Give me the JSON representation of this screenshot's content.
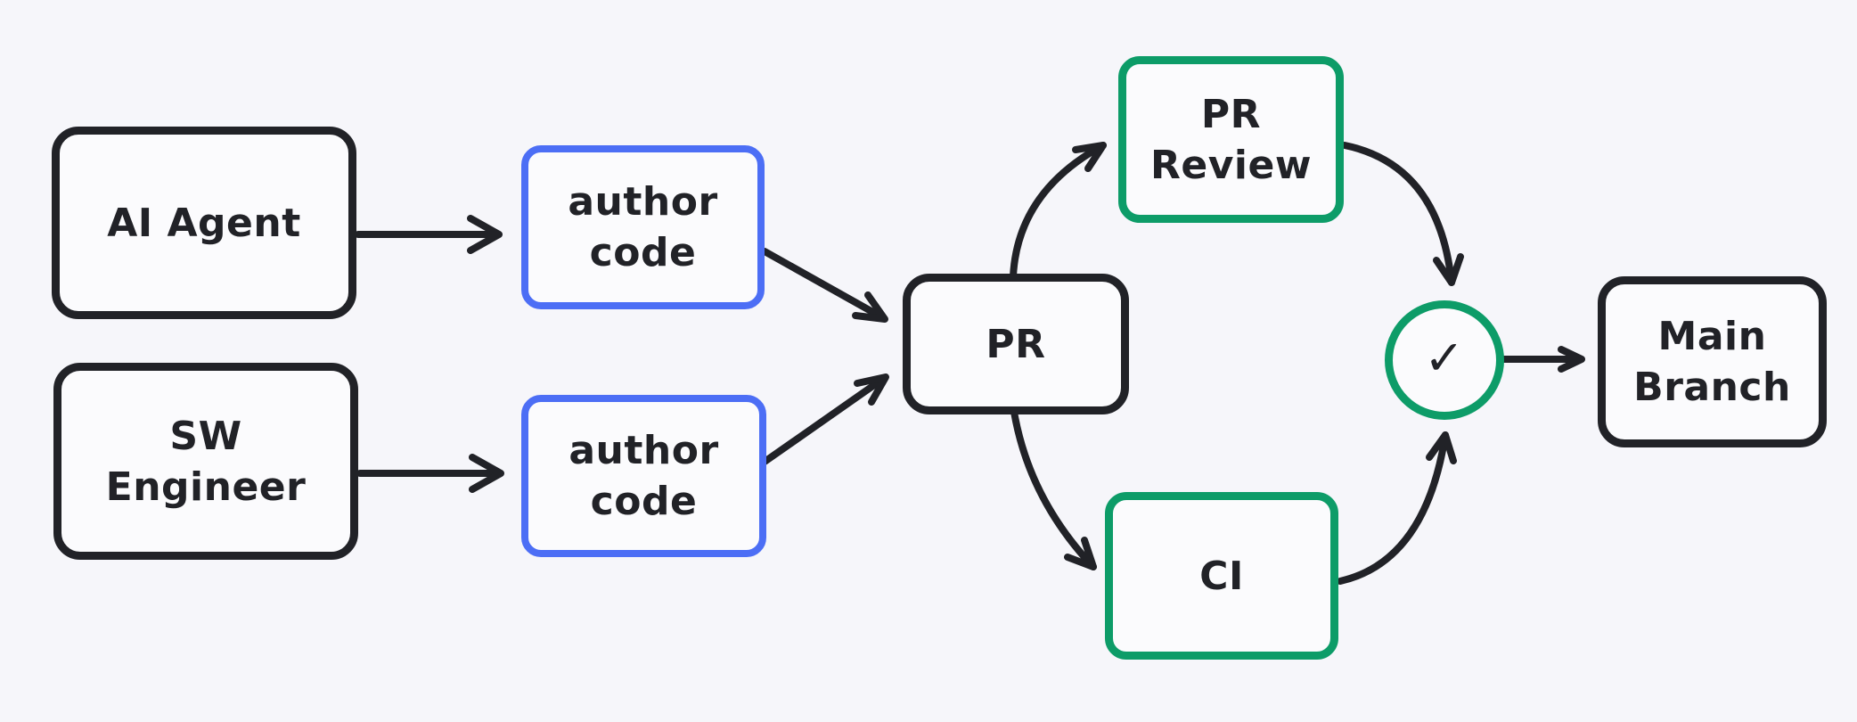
{
  "theme": {
    "background": "#f6f6fa",
    "node_fill": "#fbfbfd",
    "stroke_default": "#212227",
    "stroke_accent_blue": "#4c6ef5",
    "stroke_accent_green": "#0d9c68",
    "text_color": "#212227"
  },
  "diagram": {
    "type": "flowchart",
    "nodes": {
      "ai_agent": {
        "label": "AI Agent",
        "stroke": "#212227"
      },
      "sw_engineer": {
        "lines": [
          "SW",
          "Engineer"
        ],
        "stroke": "#212227"
      },
      "author_code_top": {
        "lines": [
          "author",
          "code"
        ],
        "stroke": "#4c6ef5"
      },
      "author_code_bottom": {
        "lines": [
          "author",
          "code"
        ],
        "stroke": "#4c6ef5"
      },
      "pr": {
        "label": "PR",
        "stroke": "#212227"
      },
      "pr_review": {
        "lines": [
          "PR",
          "Review"
        ],
        "stroke": "#0d9c68"
      },
      "ci": {
        "label": "CI",
        "stroke": "#0d9c68"
      },
      "check": {
        "shape": "circle",
        "stroke": "#0d9c68"
      },
      "main_branch": {
        "lines": [
          "Main",
          "Branch"
        ],
        "stroke": "#212227"
      }
    },
    "edges": [
      {
        "from": "ai_agent",
        "to": "author_code_top"
      },
      {
        "from": "sw_engineer",
        "to": "author_code_bottom"
      },
      {
        "from": "author_code_top",
        "to": "pr"
      },
      {
        "from": "author_code_bottom",
        "to": "pr"
      },
      {
        "from": "pr",
        "to": "pr_review"
      },
      {
        "from": "pr",
        "to": "ci"
      },
      {
        "from": "pr_review",
        "to": "check"
      },
      {
        "from": "ci",
        "to": "check"
      },
      {
        "from": "check",
        "to": "main_branch"
      }
    ]
  },
  "icons": {
    "check_glyph": "✓"
  }
}
